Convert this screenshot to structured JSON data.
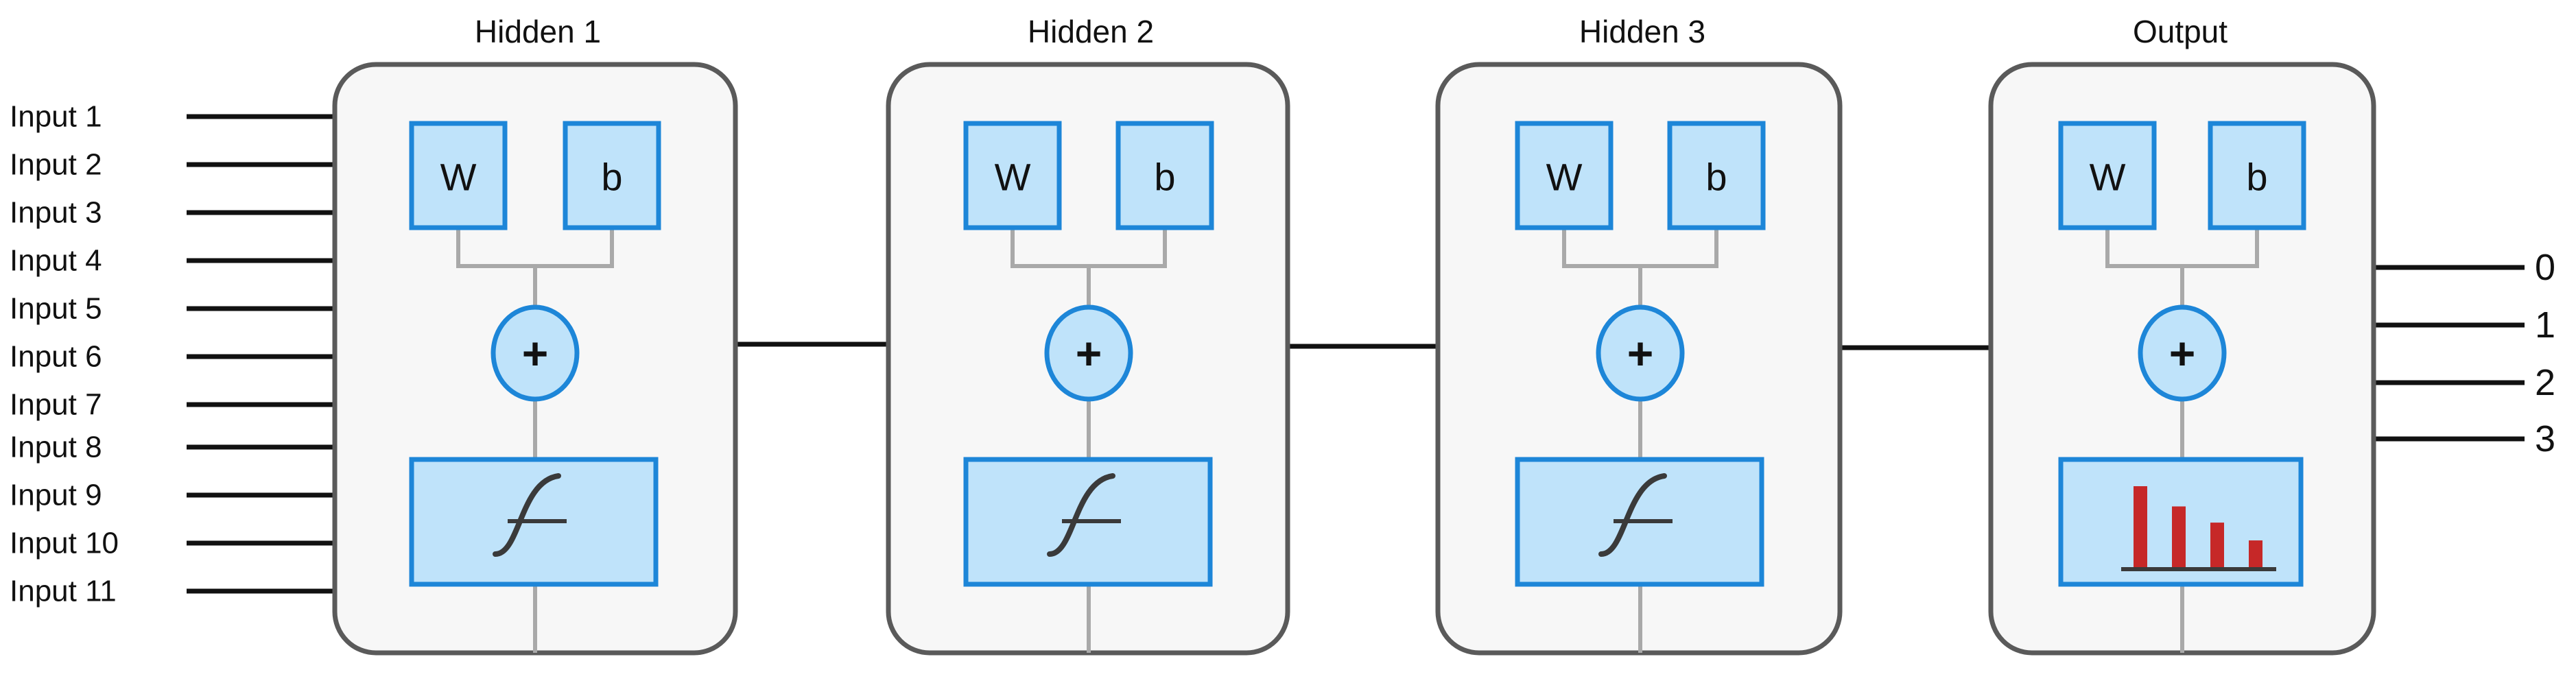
{
  "inputs": [
    "Input 1",
    "Input 2",
    "Input 3",
    "Input 4",
    "Input 5",
    "Input 6",
    "Input 7",
    "Input 8",
    "Input 9",
    "Input 10",
    "Input 11"
  ],
  "layers": [
    {
      "title": "Hidden 1",
      "weight_label": "W",
      "bias_label": "b",
      "sum_symbol": "+",
      "activation": "sigmoid-icon"
    },
    {
      "title": "Hidden 2",
      "weight_label": "W",
      "bias_label": "b",
      "sum_symbol": "+",
      "activation": "sigmoid-icon"
    },
    {
      "title": "Hidden 3",
      "weight_label": "W",
      "bias_label": "b",
      "sum_symbol": "+",
      "activation": "sigmoid-icon"
    },
    {
      "title": "Output",
      "weight_label": "W",
      "bias_label": "b",
      "sum_symbol": "+",
      "activation": "softmax-bars-icon"
    }
  ],
  "outputs": [
    "0",
    "1",
    "2",
    "3"
  ],
  "softmax_bars": [
    1.0,
    0.75,
    0.55,
    0.33
  ],
  "colors": {
    "box_fill": "#bfe3fa",
    "box_stroke": "#1d86d8",
    "layer_stroke": "#5a5a5a",
    "softmax_bar": "#c62828"
  }
}
